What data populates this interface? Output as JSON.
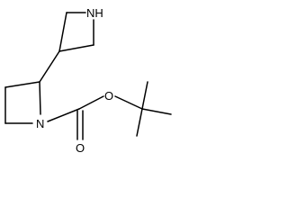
{
  "molecule": {
    "atom_labels": {
      "nh": "NH",
      "n_ring": "N",
      "o_ester": "O",
      "o_carbonyl": "O"
    },
    "colors": {
      "bond": "#000000",
      "label": "#000000",
      "background": "#ffffff"
    }
  }
}
